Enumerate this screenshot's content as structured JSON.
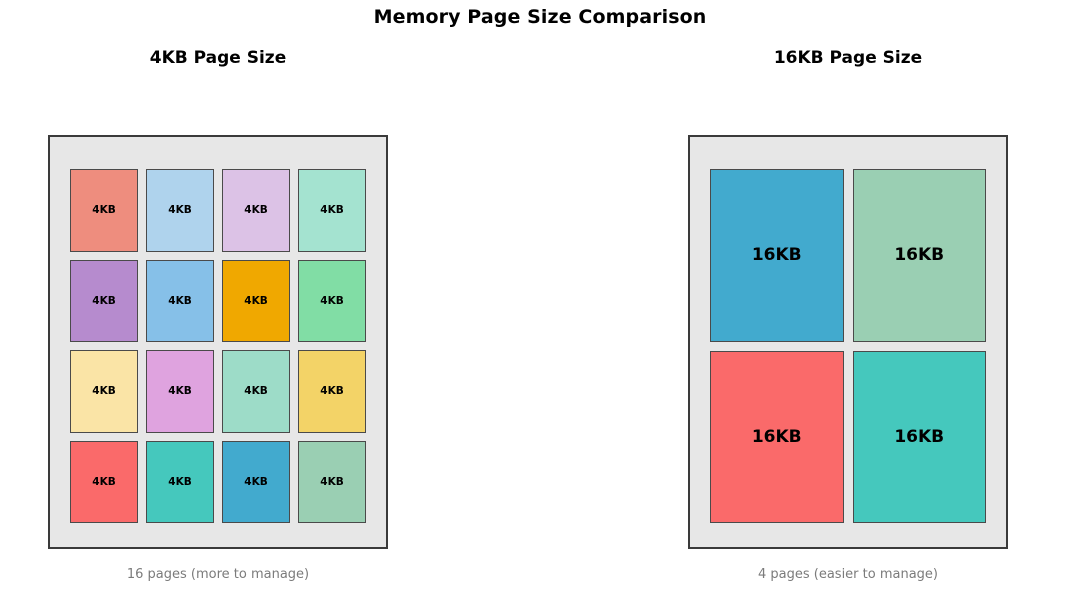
{
  "figure": {
    "title": "Memory Page Size Comparison",
    "background": "#ffffff",
    "frame_fill": "#e7e7e7",
    "frame_stroke": "#3a3a3a",
    "cell_stroke": "#4a4a4a",
    "caption_color": "#7b7b7b"
  },
  "panels": [
    {
      "id": "panel-4kb",
      "title": "4KB Page Size",
      "caption": "16 pages (more to manage)",
      "page_count": 16,
      "columns": 4,
      "rows": 4,
      "cells": [
        {
          "label": "4KB",
          "color": "#ee8d7e"
        },
        {
          "label": "4KB",
          "color": "#afd3ed"
        },
        {
          "label": "4KB",
          "color": "#dcc2e6"
        },
        {
          "label": "4KB",
          "color": "#a4e3d0"
        },
        {
          "label": "4KB",
          "color": "#b68bce"
        },
        {
          "label": "4KB",
          "color": "#86c0e8"
        },
        {
          "label": "4KB",
          "color": "#f0a800"
        },
        {
          "label": "4KB",
          "color": "#81dda5"
        },
        {
          "label": "4KB",
          "color": "#fae4a6"
        },
        {
          "label": "4KB",
          "color": "#dfa3df"
        },
        {
          "label": "4KB",
          "color": "#9ddcc8"
        },
        {
          "label": "4KB",
          "color": "#f3d367"
        },
        {
          "label": "4KB",
          "color": "#fa6a6a"
        },
        {
          "label": "4KB",
          "color": "#45c8bd"
        },
        {
          "label": "4KB",
          "color": "#42aace"
        },
        {
          "label": "4KB",
          "color": "#9acfb3"
        }
      ]
    },
    {
      "id": "panel-16kb",
      "title": "16KB Page Size",
      "caption": "4 pages (easier to manage)",
      "page_count": 4,
      "columns": 2,
      "rows": 2,
      "cells": [
        {
          "label": "16KB",
          "color": "#42aace"
        },
        {
          "label": "16KB",
          "color": "#9acfb3"
        },
        {
          "label": "16KB",
          "color": "#fa6a6a"
        },
        {
          "label": "16KB",
          "color": "#45c8bd"
        }
      ]
    }
  ]
}
